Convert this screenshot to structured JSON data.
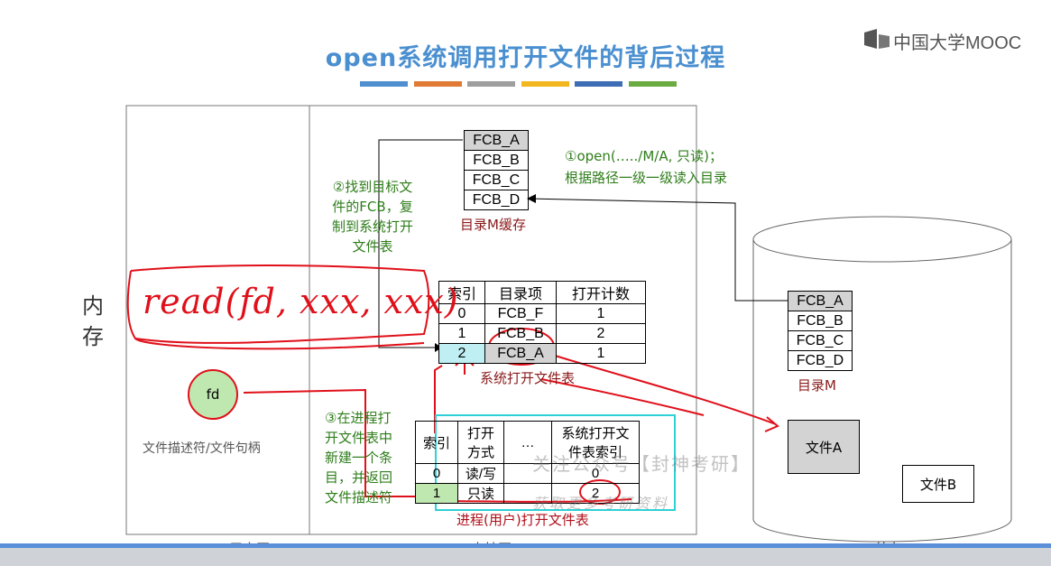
{
  "slide": {
    "title": "open系统调用打开文件的背后过程",
    "stripe_colors": [
      "#4f8fcf",
      "#e07b35",
      "#9e9e9e",
      "#f2b61f",
      "#3d6db5",
      "#6aab42"
    ]
  },
  "brand": {
    "logo_text": "中国大学MOOC",
    "icon": "mooc-logo-icon"
  },
  "regions": {
    "memory_label": "内存",
    "user_area": "用户区",
    "kernel_area": "内核区",
    "external": "外存"
  },
  "fd_node": {
    "label": "fd",
    "caption": "文件描述符/文件句柄"
  },
  "dir_cache": {
    "rows": [
      "FCB_A",
      "FCB_B",
      "FCB_C",
      "FCB_D"
    ],
    "caption": "目录M缓存"
  },
  "dir_disk": {
    "rows": [
      "FCB_A",
      "FCB_B",
      "FCB_C",
      "FCB_D"
    ],
    "caption": "目录M"
  },
  "files": {
    "file_a": "文件A",
    "file_b": "文件B"
  },
  "steps": {
    "step1_l1": "①open(…../M/A, 只读)；",
    "step1_l2": "根据路径一级一级读入目录",
    "step2": [
      "②找到目标文",
      "件的FCB，复",
      "制到系统打开",
      "文件表"
    ],
    "step3": [
      "③在进程打",
      "开文件表中",
      "新建一个条",
      "目，并返回",
      "文件描述符"
    ]
  },
  "sys_table": {
    "headers": [
      "索引",
      "目录项",
      "打开计数"
    ],
    "rows": [
      [
        "0",
        "FCB_F",
        "1"
      ],
      [
        "1",
        "FCB_B",
        "2"
      ],
      [
        "2",
        "FCB_A",
        "1"
      ]
    ],
    "caption": "系统打开文件表"
  },
  "proc_table": {
    "headers": [
      "索引",
      "打开\n方式",
      "…",
      "系统打开文\n件表索引"
    ],
    "rows": [
      [
        "0",
        "读/写",
        "",
        "0"
      ],
      [
        "1",
        "只读",
        "",
        "2"
      ]
    ],
    "caption": "进程(用户)打开文件表"
  },
  "handwriting": {
    "text": "read(fd, xxx, xxx)"
  },
  "watermark": {
    "line1": "关注公众号【封神考研】",
    "line2": "获取更多考研资料"
  }
}
